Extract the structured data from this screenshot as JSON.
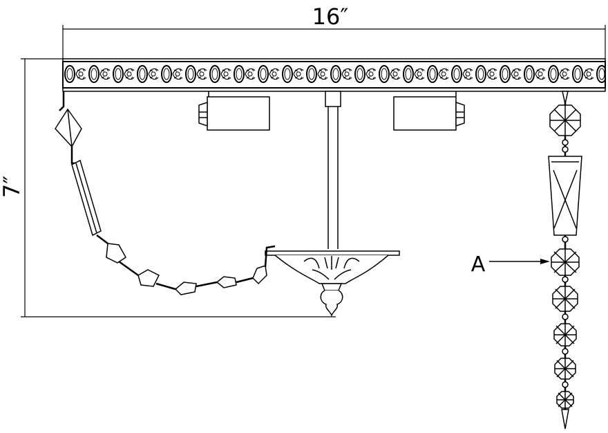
{
  "dimensions": {
    "width_label": "16″",
    "height_label": "7″"
  },
  "callout": {
    "label": "A"
  },
  "colors": {
    "line": "#000000",
    "background": "#ffffff"
  }
}
